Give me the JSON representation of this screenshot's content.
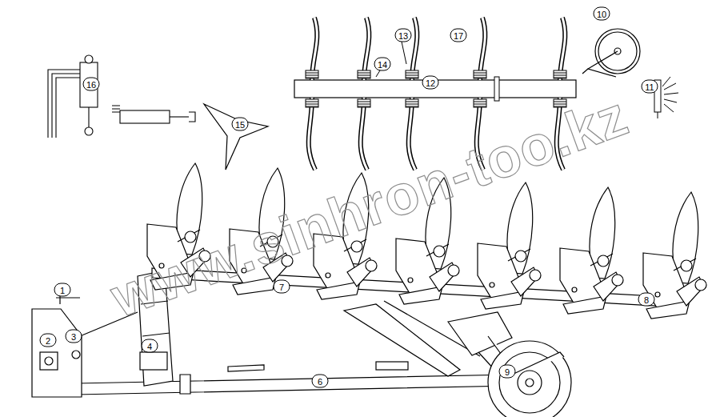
{
  "diagram": {
    "labels": [
      "10",
      "13",
      "17",
      "14",
      "12",
      "16",
      "11",
      "15",
      "www.sinhron-too.kz",
      "1",
      "7",
      "2",
      "3",
      "4",
      "8",
      "9",
      "6"
    ]
  }
}
